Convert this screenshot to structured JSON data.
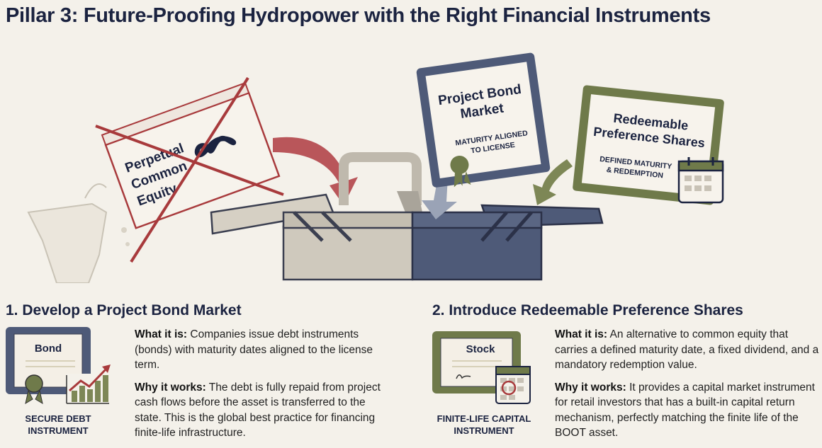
{
  "title": "Pillar 3: Future-Proofing Hydropower with the Right Financial Instruments",
  "illustration": {
    "rejected": {
      "line1": "Perpetual",
      "line2": "Common",
      "line3": "Equity"
    },
    "bond_cert": {
      "line1": "Project Bond",
      "line2": "Market",
      "sub1": "MATURITY ALIGNED",
      "sub2": "TO LICENSE"
    },
    "pref_cert": {
      "line1": "Redeemable",
      "line2": "Preference Shares",
      "sub1": "DEFINED MATURITY",
      "sub2": "& REDEMPTION"
    }
  },
  "sections": [
    {
      "heading": "1. Develop a Project Bond Market",
      "icon_label": "Bond",
      "caption1": "SECURE DEBT",
      "caption2": "INSTRUMENT",
      "what_label": "What it is:",
      "what_text": "Companies issue debt instruments (bonds) with maturity dates aligned to the license term.",
      "why_label": "Why it works:",
      "why_text": "The debt is fully repaid from project cash flows before the asset is transferred to the state. This is the global best practice for financing finite-life infrastructure."
    },
    {
      "heading": "2. Introduce Redeemable Preference Shares",
      "icon_label": "Stock",
      "caption1": "FINITE-LIFE CAPITAL",
      "caption2": "INSTRUMENT",
      "what_label": "What it is:",
      "what_text": "An alternative to common equity that carries a defined maturity date, a fixed dividend, and a mandatory redemption value.",
      "why_label": "Why it works:",
      "why_text": "It provides a capital market instrument for retail investors that has a built-in capital return mechanism, perfectly matching the finite life of the BOOT asset."
    }
  ],
  "colors": {
    "navy": "#1b2340",
    "red": "#a83a3c",
    "olive": "#6f7a4a",
    "slate": "#4e5a78",
    "tan": "#cfc9bd"
  }
}
